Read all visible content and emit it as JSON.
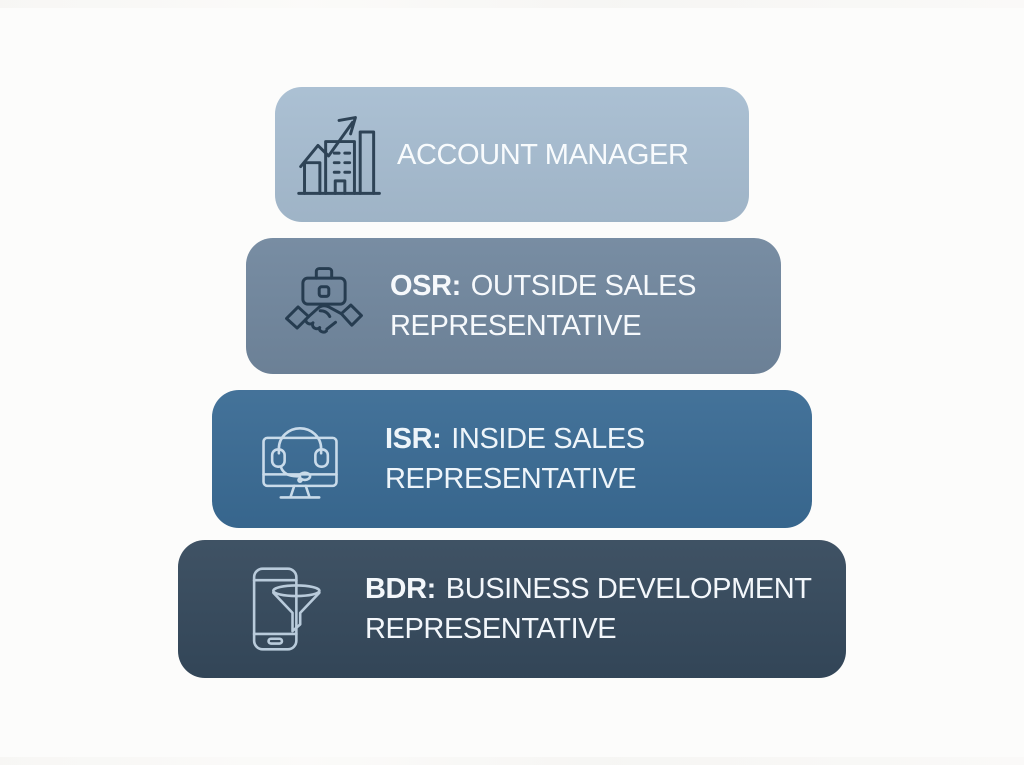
{
  "diagram": {
    "background": "#fcfcfb",
    "bars": [
      {
        "name": "account-manager",
        "abbr": "",
        "line1": "ACCOUNT MANAGER",
        "line2": "",
        "bg": "#a7bdd1",
        "icon": "growth-chart-icon",
        "icon_color": "#2e4356",
        "text_color": "#f8fbfd"
      },
      {
        "name": "osr",
        "abbr": "OSR:",
        "line1": "OUTSIDE SALES",
        "line2": "REPRESENTATIVE",
        "bg": "#71879e",
        "icon": "briefcase-handshake-icon",
        "icon_color": "#263c50",
        "text_color": "#f6f9fc"
      },
      {
        "name": "isr",
        "abbr": "ISR:",
        "line1": "INSIDE SALES",
        "line2": "REPRESENTATIVE",
        "bg": "#3a6b94",
        "icon": "monitor-headset-icon",
        "icon_color": "#c9dbea",
        "text_color": "#eef5fa"
      },
      {
        "name": "bdr",
        "abbr": "BDR:",
        "line1": "BUSINESS DEVELOPMENT",
        "line2": "REPRESENTATIVE",
        "bg": "#35495c",
        "icon": "phone-funnel-icon",
        "icon_color": "#b9cbdb",
        "text_color": "#f3f7fb"
      }
    ]
  }
}
